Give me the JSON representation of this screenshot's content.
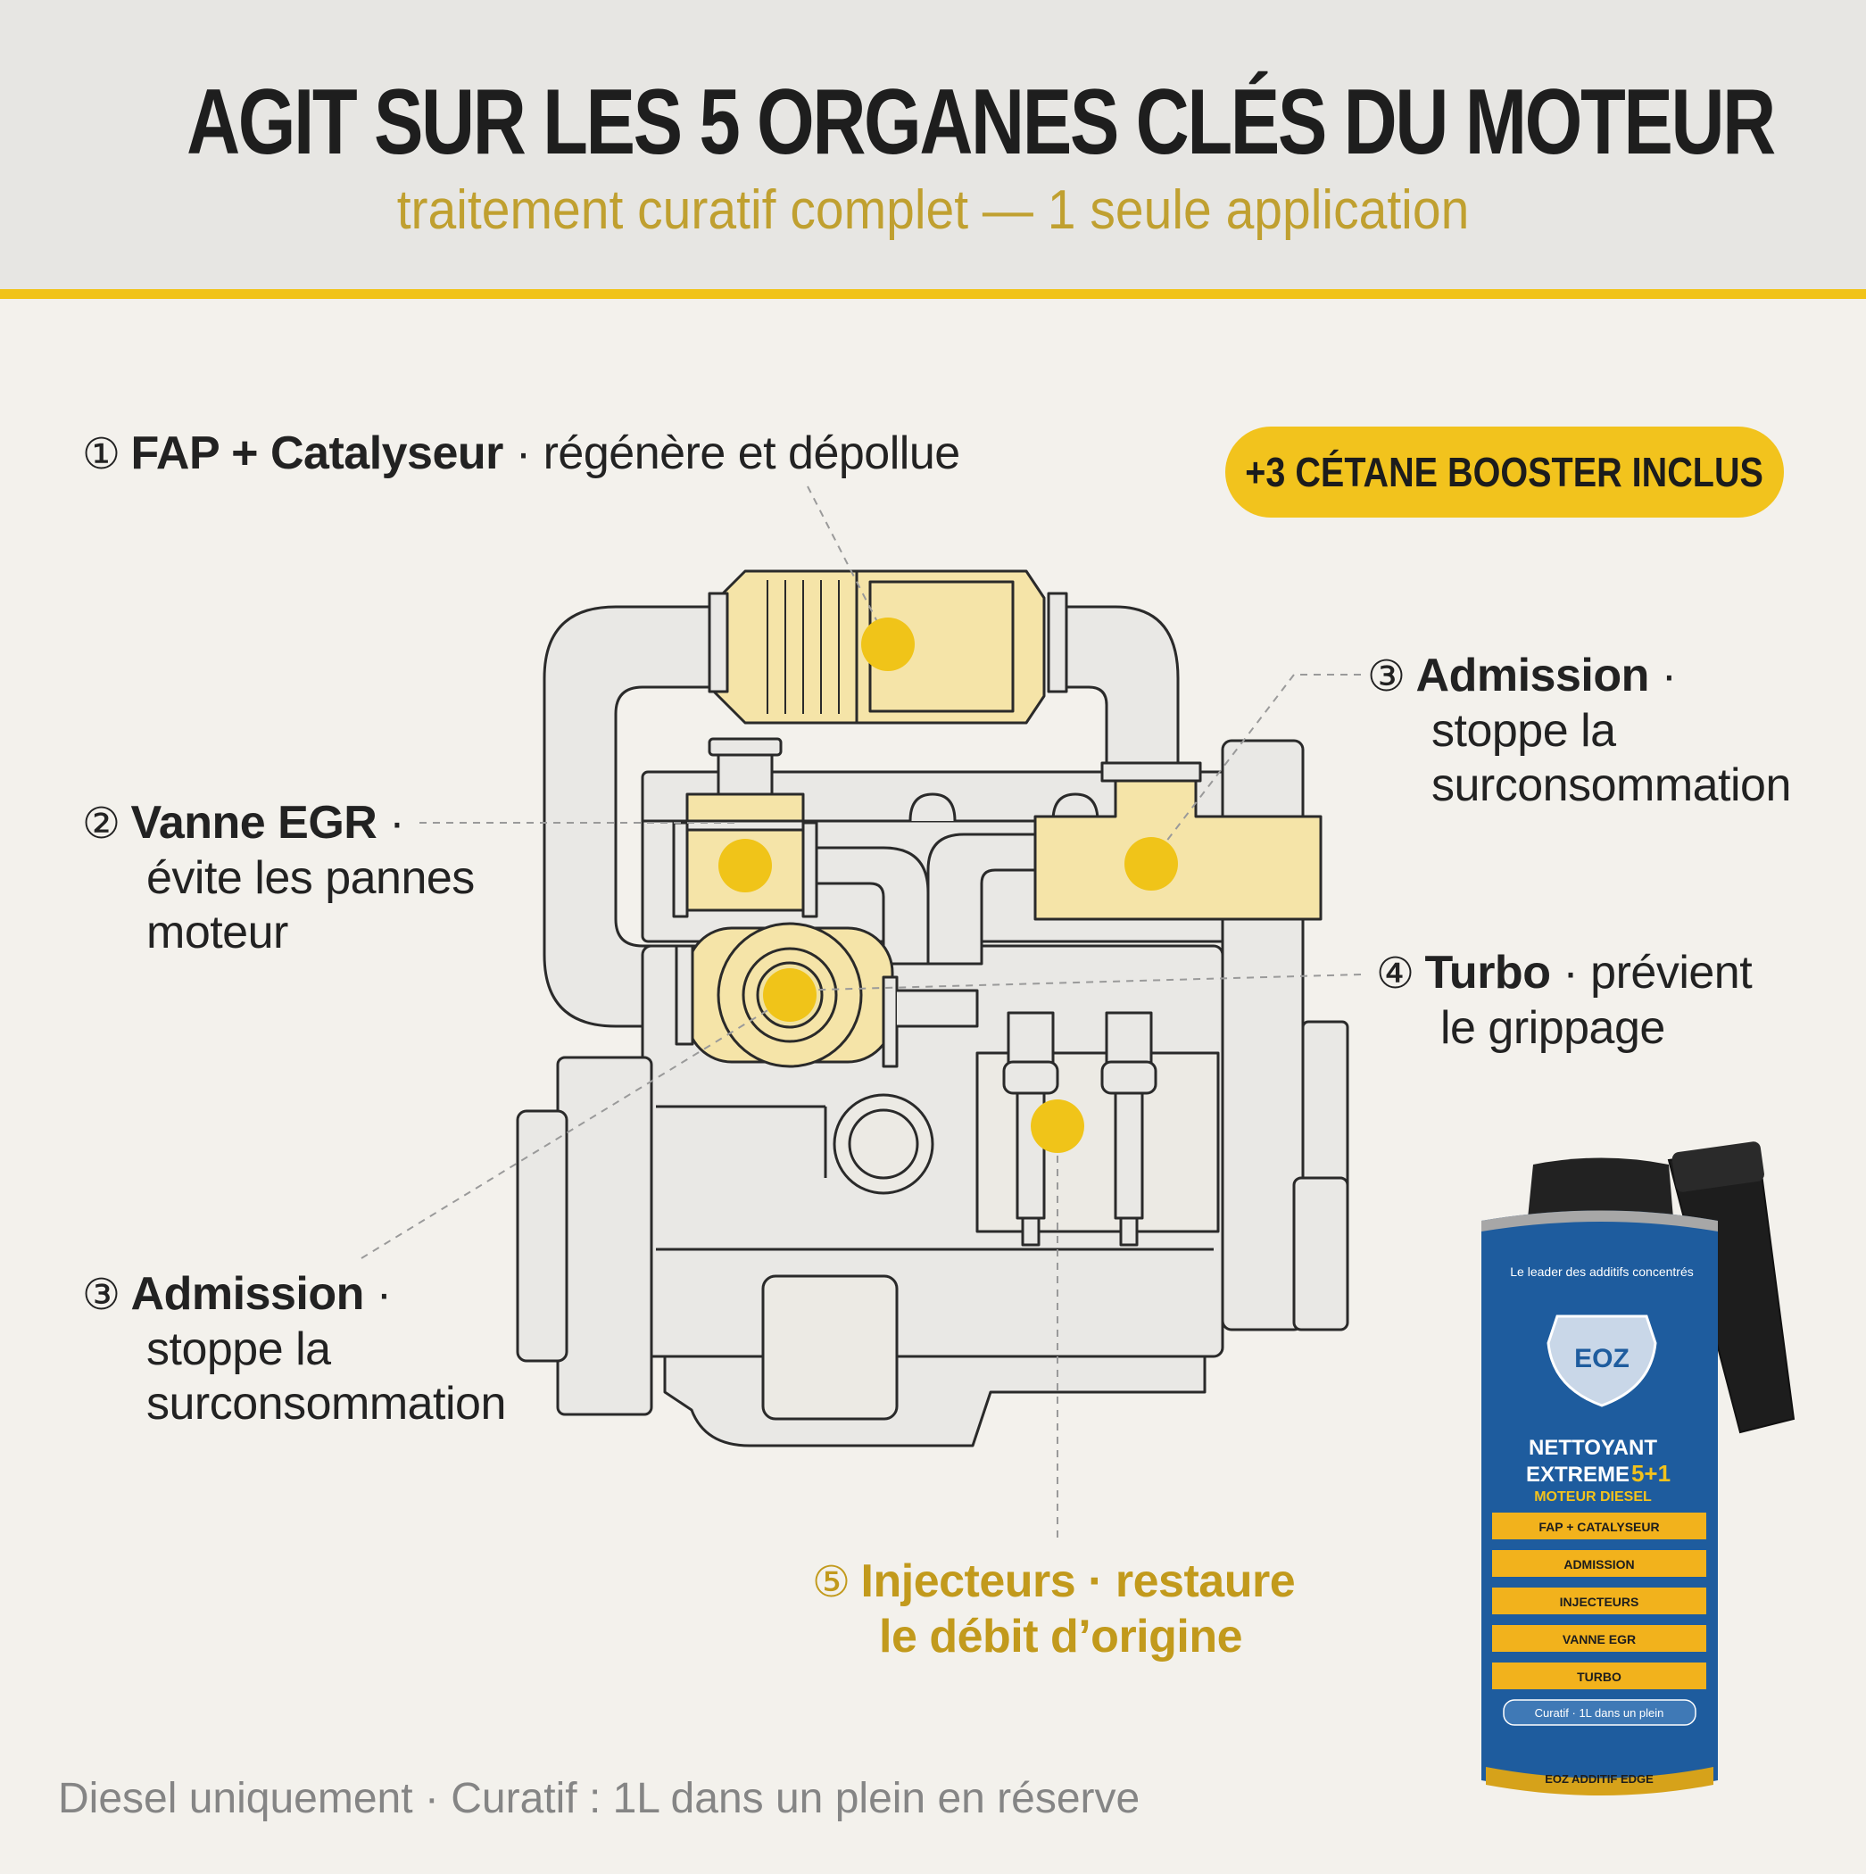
{
  "header": {
    "title": "AGIT SUR LES 5 ORGANES CLÉS DU MOTEUR",
    "subtitle": "traitement curatif complet — 1 seule application"
  },
  "badge": "+3 CÉTANE BOOSTER INCLUS",
  "callouts": {
    "fap": {
      "num": "①",
      "bold": "FAP + Catalyseur",
      "text": " · régénère et dépollue"
    },
    "egr": {
      "num": "②",
      "bold": "Vanne EGR",
      "sep": " ·",
      "line2": "évite les pannes",
      "line3": "moteur"
    },
    "admission_right": {
      "num": "③",
      "bold": "Admission",
      "sep": " ·",
      "line2": "stoppe la",
      "line3": "surconsommation"
    },
    "turbo": {
      "num": "④",
      "bold": "Turbo",
      "text": " · prévient",
      "line2": "le grippage"
    },
    "admission_left": {
      "num": "③",
      "bold": "Admission",
      "sep": " ·",
      "line2": "stoppe la",
      "line3": "surconsommation"
    },
    "injecteurs": {
      "num": "⑤",
      "bold": "Injecteurs · restaure",
      "line2": "le débit d’origine"
    }
  },
  "footer": "Diesel uniquement · Curatif : 1L dans un plein en réserve",
  "product": {
    "tagline": "Le leader des additifs concentrés",
    "logo": "EOZ",
    "name_line1": "NETTOYANT",
    "name_line2": "EXTREME",
    "name_suffix": "5+1",
    "name_line3": "MOTEUR DIESEL",
    "bands": [
      "FAP + CATALYSEUR",
      "ADMISSION",
      "INJECTEURS",
      "VANNE EGR",
      "TURBO"
    ],
    "bottom_text": "Curatif · 1L dans un plein",
    "base_text": "EOZ ADDITIF EDGE"
  },
  "colors": {
    "accent": "#f2c31d",
    "highlight_dot": "#f0c419",
    "part_fill": "#f5e4a8",
    "text_gold": "#c29a1c"
  }
}
